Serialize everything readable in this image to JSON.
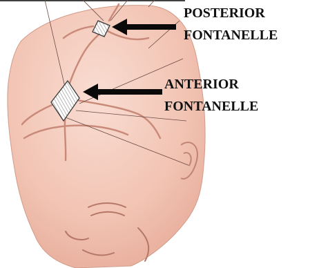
{
  "labels": {
    "posterior": [
      "POSTERIOR",
      "FONTANELLE"
    ],
    "anterior": [
      "ANTERIOR",
      "FONTANELLE"
    ]
  },
  "colors": {
    "skin": "#f3cabb",
    "skin_shadow": "#e3a894",
    "suture": "#c98a7a",
    "outline": "#7a4a42",
    "arrow": "#0a0a0a",
    "background": "#ffffff"
  }
}
